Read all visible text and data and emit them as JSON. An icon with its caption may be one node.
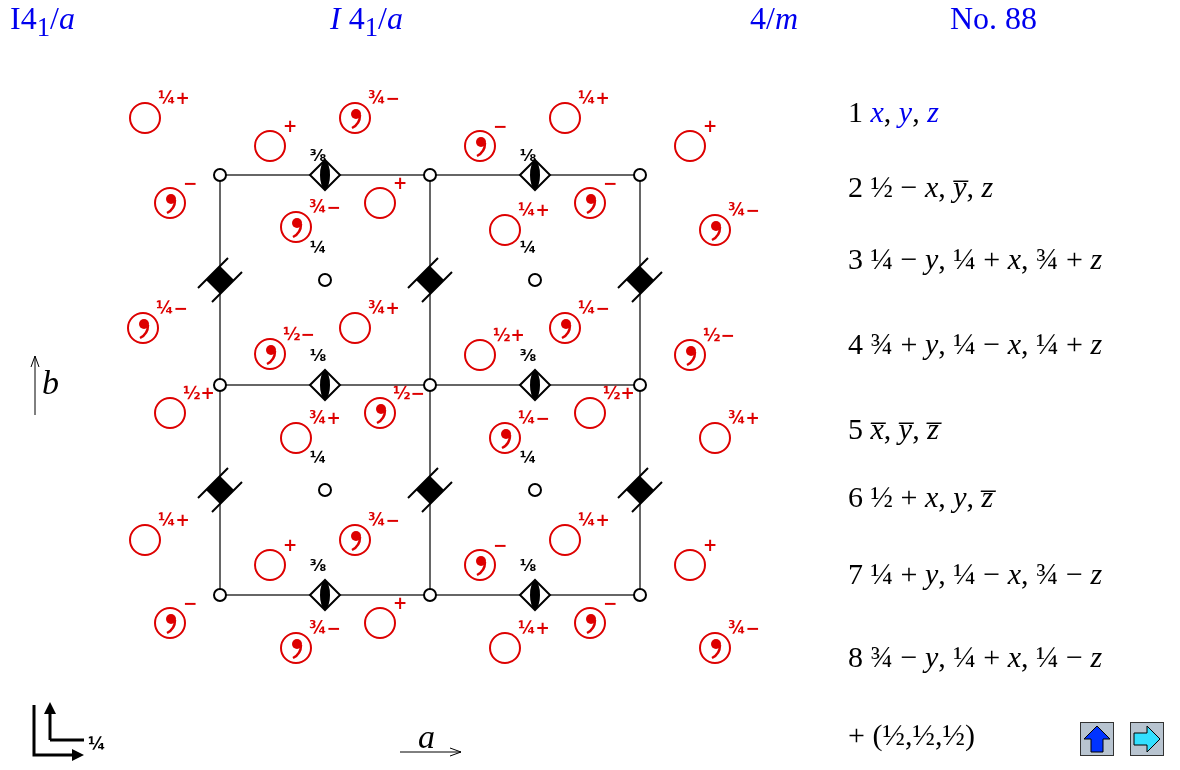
{
  "diagram": {
    "labels": [
      "I4$_{1}$/*a*",
      "*I* 4$_{1}$/*a*",
      "4/*m*",
      "No. 88",
      "¼+",
      "¾−",
      "¼+",
      "+",
      "−",
      "+",
      "⅜",
      "⅛",
      "−",
      "+",
      "−",
      "¾−",
      "¼+",
      "¾−",
      "¼",
      "¼",
      "¼−",
      "¾+",
      "¼−",
      "½−",
      "½+",
      "½−",
      "⅛",
      "⅜",
      "½+",
      "½−",
      "½+",
      "¾+",
      "¼−",
      "¾+",
      "¼",
      "¼",
      "¼+",
      "¾−",
      "¼+",
      "+",
      "−",
      "+",
      "⅜",
      "⅛",
      "−",
      "+",
      "−",
      "¾−",
      "¼+",
      "¾−",
      "*b*",
      "¼",
      "*a*",
      "1 *x*, *y*, *z*",
      "2 ½ − *x*, *y̅*, *z*",
      "3 ¼ − *y*, ¼ + *x*, ¾ + *z*",
      "4 ¾ + *y*, ¼ − *x*, ¼ + *z*",
      "5 *x̅*, *y̅*, *z̅*",
      "6 ½ + *x*, *y*, *z̅*",
      "7 ¼ + *y*, ¼ − *x*, ¾ − *z*",
      "8 ¾ − *y*, ¼ + *x*, ¼ − *z*",
      "+ (½,½,½)"
    ]
  }
}
